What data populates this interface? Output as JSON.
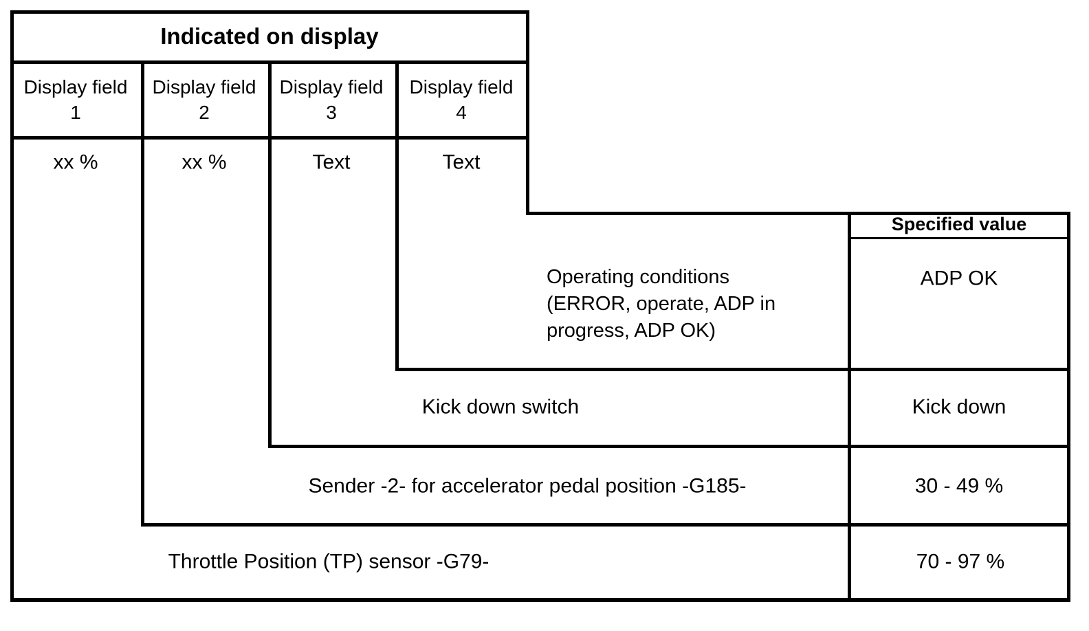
{
  "table": {
    "indicated_on_display": {
      "title": "Indicated on display",
      "fields": [
        {
          "name": "Display field",
          "number": "1",
          "display_value": "xx %"
        },
        {
          "name": "Display field",
          "number": "2",
          "display_value": "xx %"
        },
        {
          "name": "Display field",
          "number": "3",
          "display_value": "Text"
        },
        {
          "name": "Display field",
          "number": "4",
          "display_value": "Text"
        }
      ]
    },
    "specified_value_header": "Specified value",
    "rows": [
      {
        "display_field": "4",
        "description": "Operating conditions (ERROR, operate, ADP in progress, ADP OK)",
        "specified_value": "ADP OK"
      },
      {
        "display_field": "3",
        "description": "Kick down switch",
        "specified_value": "Kick down"
      },
      {
        "display_field": "2",
        "description": "Sender -2- for accelerator pedal position -G185-",
        "specified_value": "30 - 49 %"
      },
      {
        "display_field": "1",
        "description": "Throttle Position (TP) sensor -G79-",
        "specified_value": "70 - 97 %"
      }
    ],
    "colors": {
      "line": "#000000",
      "background": "#ffffff",
      "text": "#000000"
    }
  }
}
